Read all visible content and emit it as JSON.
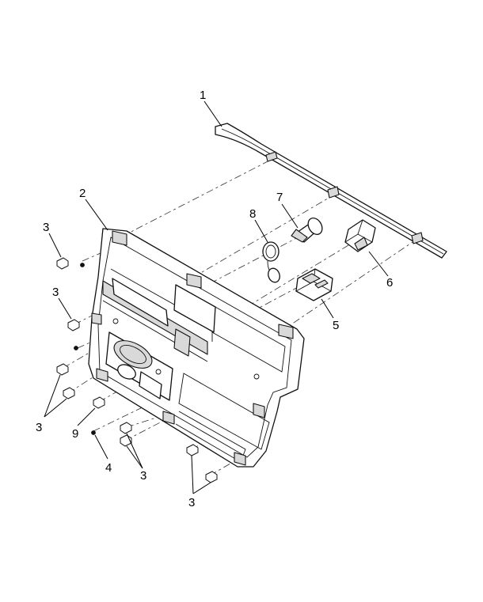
{
  "callouts": {
    "c1": "1",
    "c2": "2",
    "c3a": "3",
    "c3b": "3",
    "c3c": "3",
    "c3d": "3",
    "c3e": "3",
    "c4": "4",
    "c5": "5",
    "c6": "6",
    "c7": "7",
    "c8": "8",
    "c9": "9"
  }
}
